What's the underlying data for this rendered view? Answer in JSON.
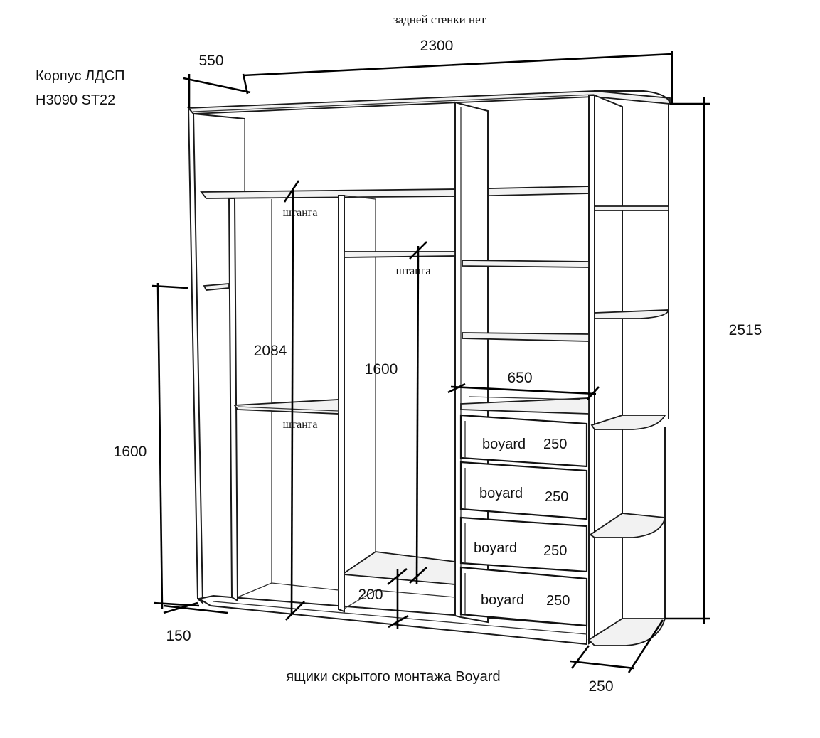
{
  "notes": {
    "no_back_wall": "задней стенки нет",
    "material_line1": "Корпус ЛДСП",
    "material_line2": "H3090 ST22",
    "hidden_drawers": "ящики скрытого монтажа Boyard"
  },
  "dimensions": {
    "width": "2300",
    "depth": "550",
    "height": "2515",
    "rod_height_left": "2084",
    "rod_height_middle": "1600",
    "left_hook_height": "1600",
    "drawer_section_width": "650",
    "plinth_left": "150",
    "plinth_middle": "200",
    "corner_shelf_depth": "250"
  },
  "rods": {
    "rod_top_left": "штанга",
    "rod_middle": "штанга",
    "rod_bottom_left": "штанга"
  },
  "drawers": [
    {
      "brand": "boyard",
      "height": "250"
    },
    {
      "brand": "boyard",
      "height": "250"
    },
    {
      "brand": "boyard",
      "height": "250"
    },
    {
      "brand": "boyard",
      "height": "250"
    }
  ]
}
